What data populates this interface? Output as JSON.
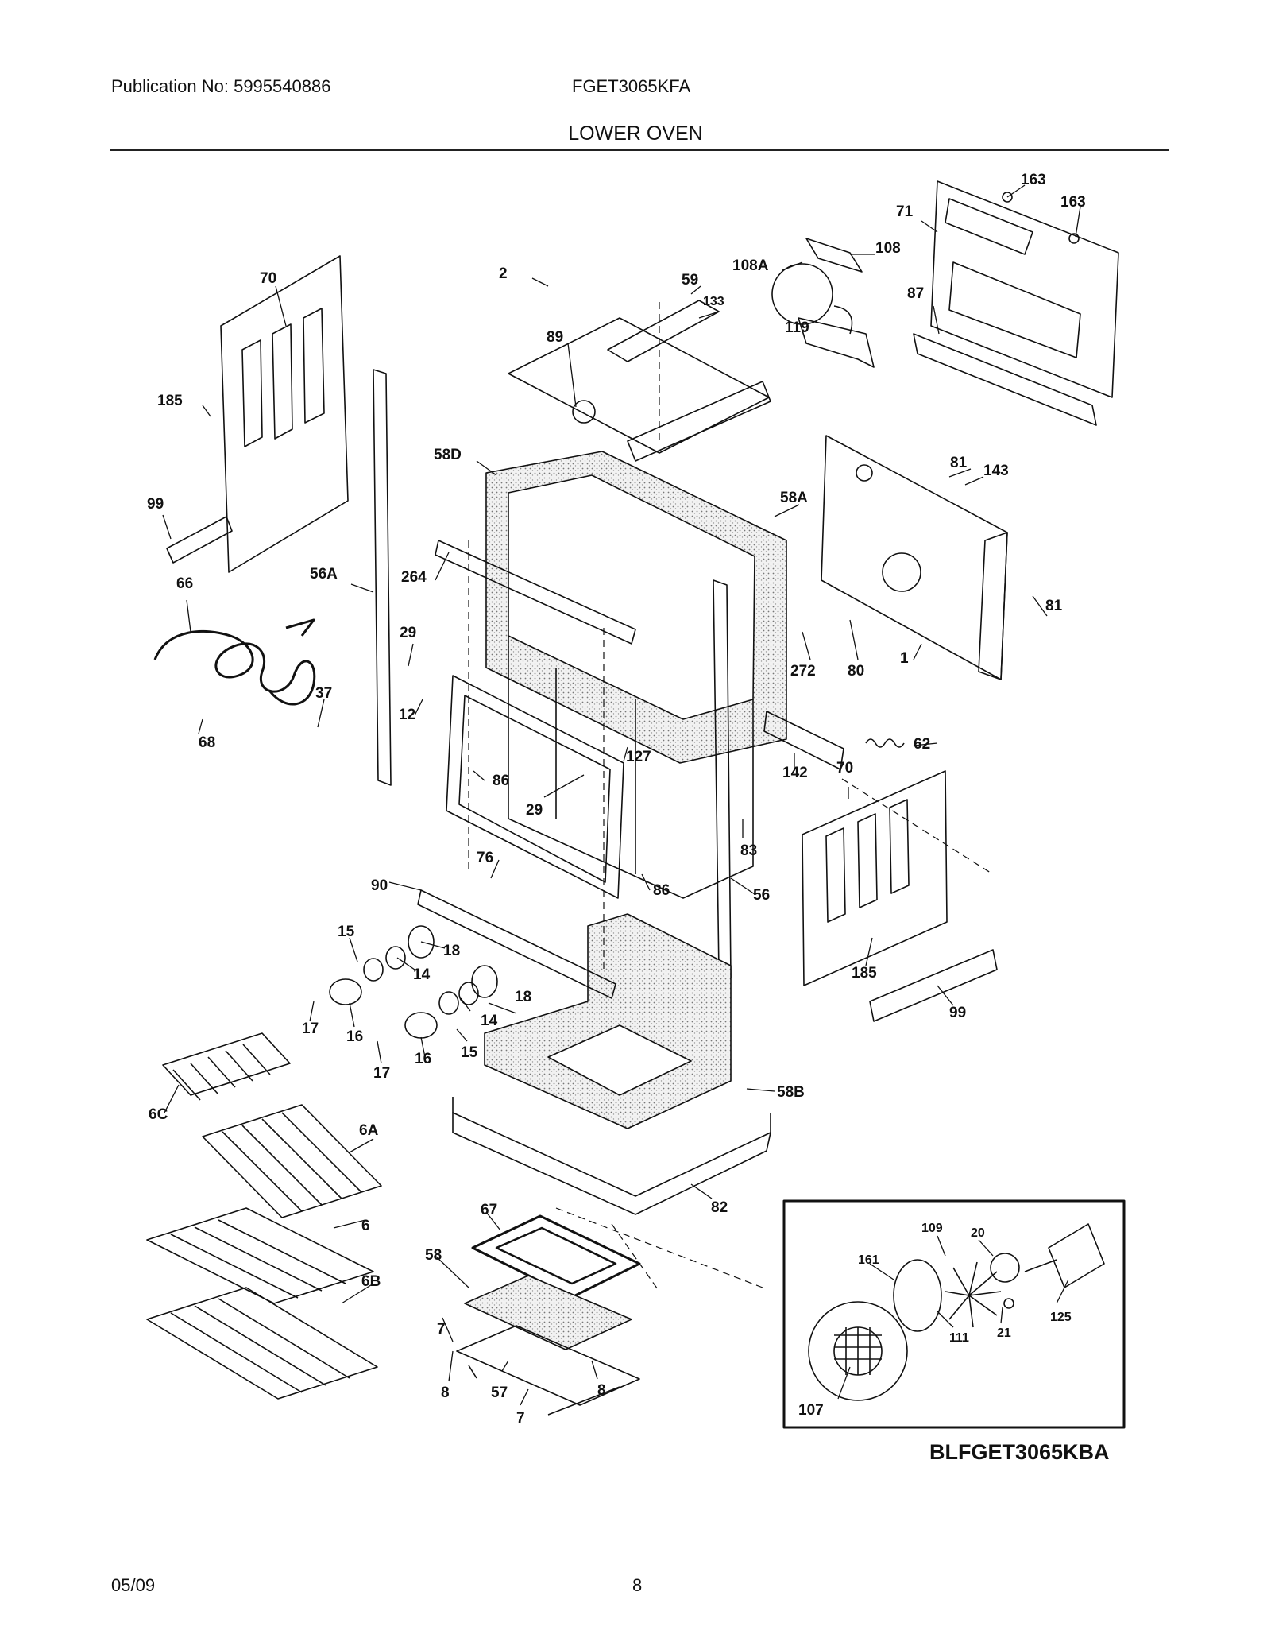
{
  "header": {
    "publication": "Publication No: 5995540886",
    "model": "FGET3065KFA",
    "title": "LOWER OVEN"
  },
  "footer": {
    "date": "05/09",
    "page": "8"
  },
  "inset": {
    "code": "BLFGET3065KBA"
  },
  "part_labels": [
    "163",
    "163",
    "71",
    "108",
    "87",
    "133",
    "89",
    "2",
    "59",
    "108A",
    "119",
    "70",
    "185",
    "58D",
    "58A",
    "81",
    "143",
    "99",
    "264",
    "56A",
    "66",
    "81",
    "29",
    "272",
    "80",
    "1",
    "12",
    "37",
    "127",
    "62",
    "68",
    "86",
    "142",
    "70",
    "29",
    "83",
    "76",
    "86",
    "90",
    "56",
    "15",
    "18",
    "14",
    "185",
    "18",
    "16",
    "17",
    "14",
    "99",
    "16",
    "15",
    "17",
    "58B",
    "6C",
    "6A",
    "67",
    "82",
    "20",
    "109",
    "6",
    "161",
    "58",
    "125",
    "21",
    "6B",
    "7",
    "111",
    "8",
    "57",
    "8",
    "107",
    "7"
  ],
  "colors": {
    "ink": "#111111",
    "stipple": "#bdbdbd",
    "paper": "#ffffff"
  }
}
